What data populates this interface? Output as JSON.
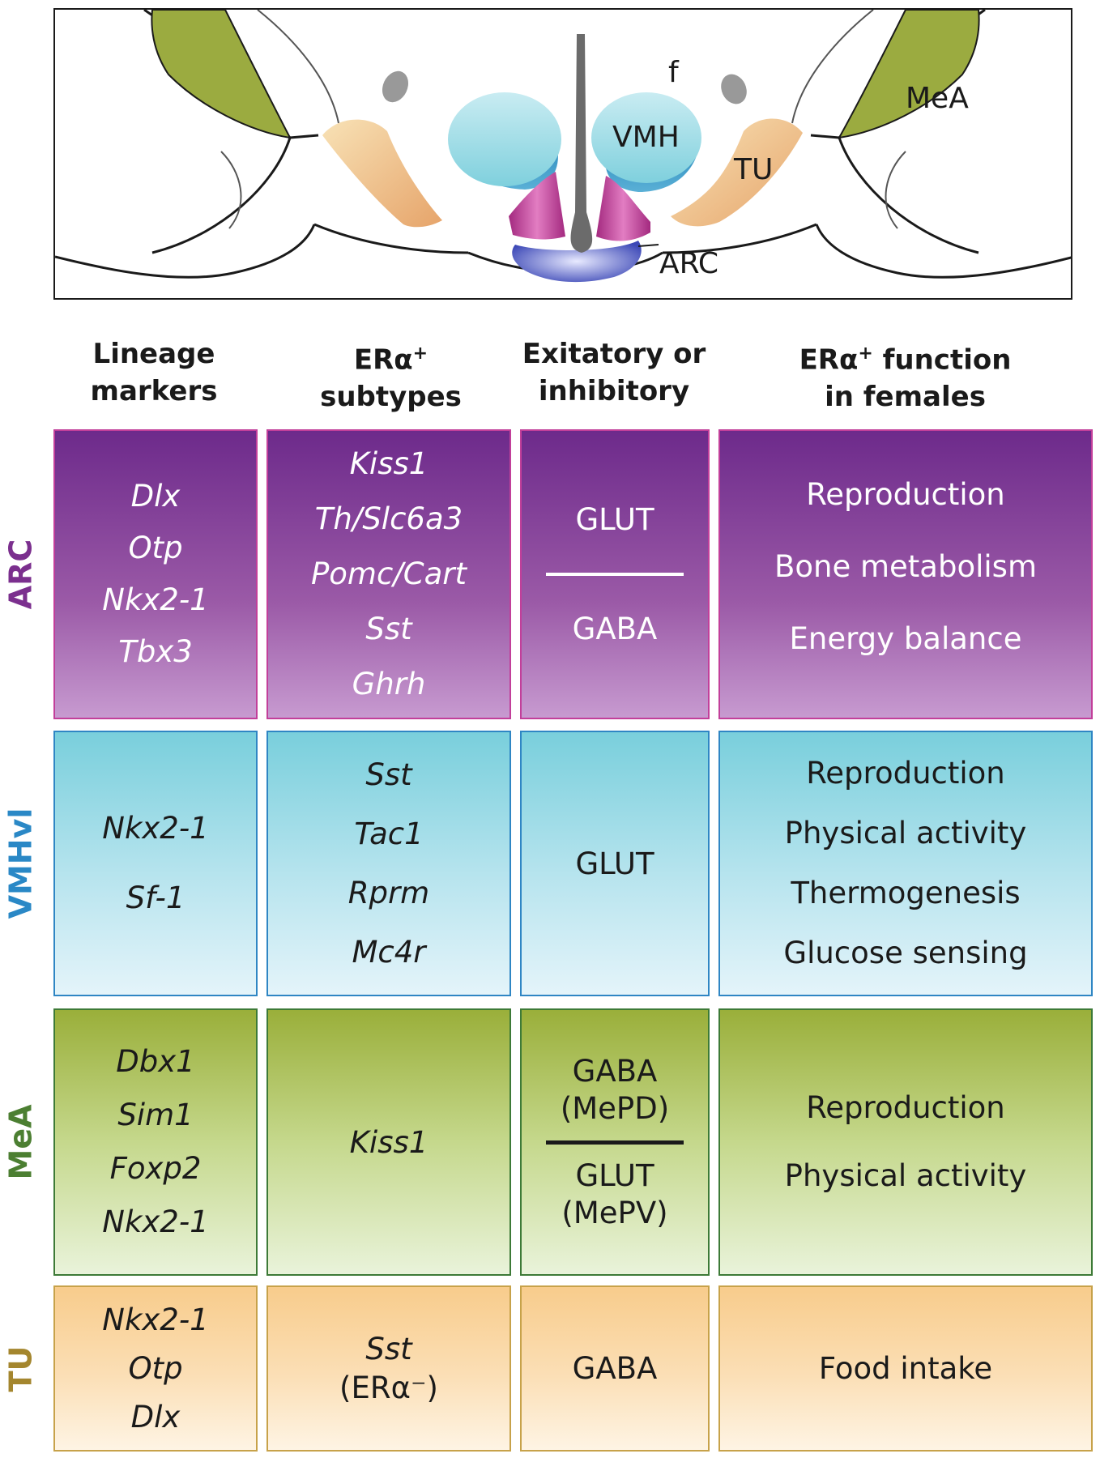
{
  "diagram": {
    "labels": {
      "f": "f",
      "vmh": "VMH",
      "tu": "TU",
      "arc": "ARC",
      "mea": "MeA"
    }
  },
  "headers": {
    "lineage": [
      "Lineage",
      "markers"
    ],
    "subtypes": [
      "ERα",
      "subtypes"
    ],
    "subtypes_sup": "+",
    "exc": [
      "Exitatory or",
      "inhibitory"
    ],
    "function": [
      "ERα",
      "function",
      "in females"
    ],
    "function_sup": "+"
  },
  "rows": {
    "arc": {
      "label": "ARC",
      "lineage": [
        "Dlx",
        "Otp",
        "Nkx2-1",
        "Tbx3"
      ],
      "subtypes": [
        "Kiss1",
        "Th/Slc6a3",
        "Pomc/Cart",
        "Sst",
        "Ghrh"
      ],
      "exc_top": "GLUT",
      "exc_bottom": "GABA",
      "functions": [
        "Reproduction",
        "Bone metabolism",
        "Energy balance"
      ]
    },
    "vmh": {
      "label": "VMHvl",
      "lineage": [
        "Nkx2-1",
        "Sf-1"
      ],
      "subtypes": [
        "Sst",
        "Tac1",
        "Rprm",
        "Mc4r"
      ],
      "exc": "GLUT",
      "functions": [
        "Reproduction",
        "Physical activity",
        "Thermogenesis",
        "Glucose sensing"
      ]
    },
    "mea": {
      "label": "MeA",
      "lineage": [
        "Dbx1",
        "Sim1",
        "Foxp2",
        "Nkx2-1"
      ],
      "subtypes": [
        "Kiss1"
      ],
      "exc_top": [
        "GABA",
        "(MePD)"
      ],
      "exc_bottom": [
        "GLUT",
        "(MePV)"
      ],
      "functions": [
        "Reproduction",
        "Physical activity"
      ]
    },
    "tu": {
      "label": "TU",
      "lineage": [
        "Nkx2-1",
        "Otp",
        "Dlx"
      ],
      "subtypes": [
        "Sst",
        "(ERα⁻)"
      ],
      "exc": "GABA",
      "functions": [
        "Food intake"
      ]
    }
  },
  "colors": {
    "arc": "#7b2f8e",
    "vmh": "#2a88c6",
    "mea": "#4c7f32",
    "tu": "#a4862e"
  }
}
